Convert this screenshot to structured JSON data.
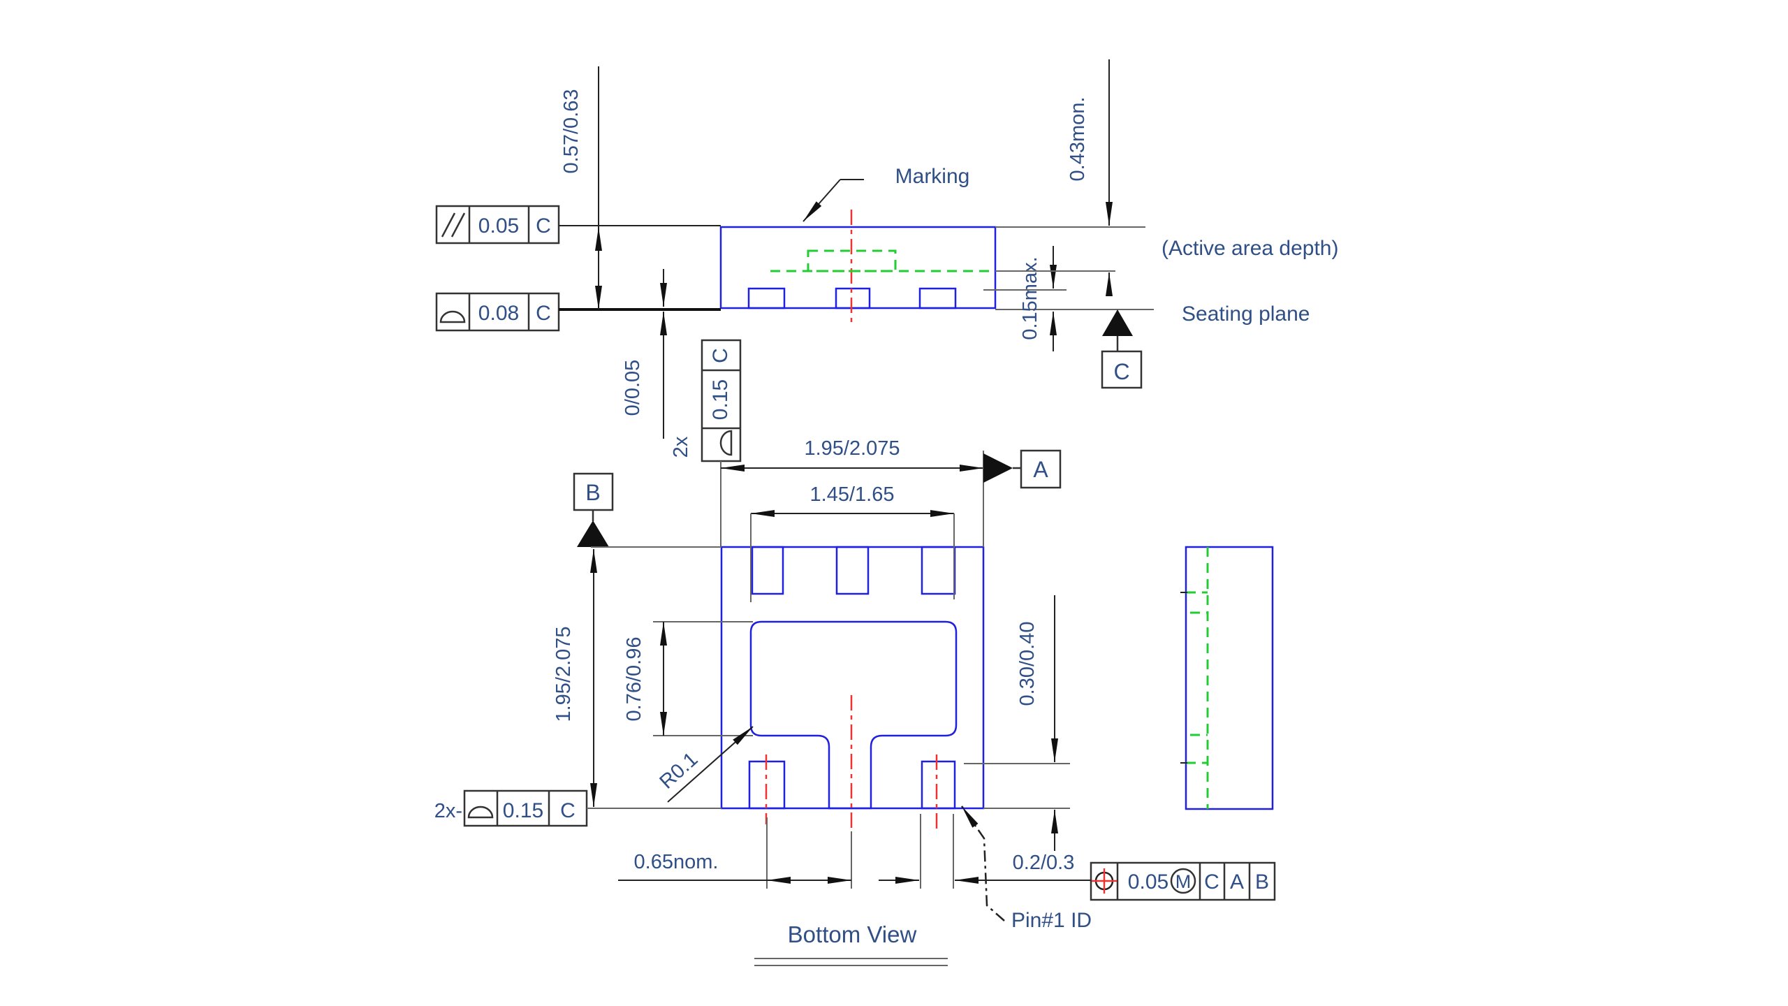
{
  "labels": {
    "marking": "Marking",
    "active_area_depth": "(Active area depth)",
    "seating_plane": "Seating plane",
    "pin1_id": "Pin#1 ID",
    "bottom_view": "Bottom View"
  },
  "dimensions": {
    "package_height": "0.57/0.63",
    "active_area_depth": "0.43mon.",
    "standoff_max": "0.15max.",
    "lead_protrusion": "0/0.05",
    "body_width": "1.95/2.075",
    "terminal_span": "1.45/1.65",
    "body_length": "1.95/2.075",
    "pad_length": "0.76/0.96",
    "corner_radius": "R0.1",
    "terminal_length": "0.30/0.40",
    "pitch": "0.65nom.",
    "terminal_width": "0.2/0.3",
    "qty_side": "2x",
    "qty_bottom": "2x-"
  },
  "feature_frames": {
    "parallelism": {
      "tolerance": "0.05",
      "datum": "C"
    },
    "profile_top": {
      "tolerance": "0.08",
      "datum": "C"
    },
    "profile_side": {
      "tolerance": "0.15",
      "datum": "C"
    },
    "profile_bottom": {
      "tolerance": "0.15",
      "datum": "C"
    },
    "position": {
      "tolerance": "0.05",
      "modifier": "M",
      "datums": [
        "C",
        "A",
        "B"
      ]
    }
  },
  "datums": {
    "a": "A",
    "b": "B",
    "c": "C"
  },
  "colors": {
    "outline": "#2020df",
    "hidden_line": "#22cc33",
    "centerline": "#ee3333",
    "text": "#2f4f86"
  }
}
